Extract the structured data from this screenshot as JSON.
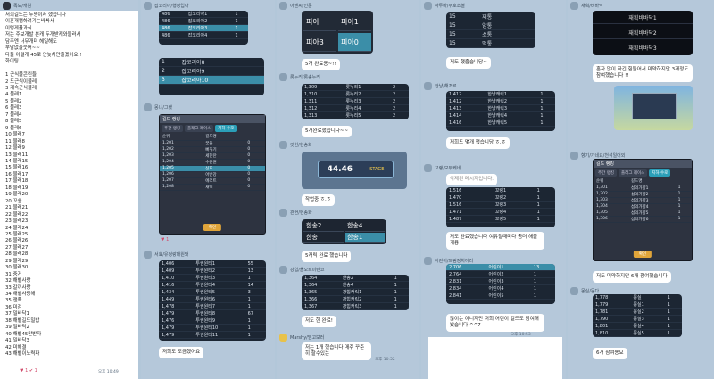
{
  "screen": {
    "background": "#b2c7d9"
  },
  "col1": {
    "sender": "독보/캐뤈",
    "message_lines": [
      "저희길드는 두명이서 했습니다",
      "이혼개캠하려기는바빠서",
      "이렇게뀰과식",
      "저는 주보개발 본캐 두개받캐와들러서",
      "담주엔 너무개미 헤일해도",
      "부담없꼴웃어~~",
      "다들 아걸게 45로 안늦치만줄겠어요!!",
      "화이팅",
      "",
      "1 근식물콘린들",
      "2 도근식이물레",
      "3 계속근식물레",
      "4 물레1",
      "5 물레2",
      "6 물레3",
      "7 물레4",
      "8 물레5",
      "9 물레6",
      "10 물레7",
      "11 물레8",
      "12 물레9",
      "13 물레11",
      "14 물레15",
      "15 물레16",
      "16 물레17",
      "17 물레18",
      "18 물레19",
      "19 물레20",
      "20 꼬송",
      "21 물레21",
      "22 물레22",
      "23 물레23",
      "24 물레24",
      "25 물레25",
      "26 물레26",
      "27 물레27",
      "28 물레28",
      "29 물레29",
      "30 물레30",
      "31 중거",
      "32 해뱉사랑",
      "33 갈끼사랑",
      "34 해뱉사랑해",
      "35 잰족",
      "36 미검",
      "37 밀바닥1",
      "38 해뱉길드밀밥",
      "39 밀바닥2",
      "40 해뱉45만받자",
      "41 밀바닥3",
      "42 미해결",
      "43 해뱉이노력파"
    ],
    "reactions": "♥ 1  ✔ 1",
    "time": "오후 10:49"
  },
  "col2": {
    "top_rows": [
      [
        "486",
        "잡코리아1",
        "1"
      ],
      [
        "486",
        "잡코리아2",
        "1"
      ],
      [
        "486",
        "잡코리아3",
        "1"
      ],
      [
        "486",
        "잡코리아4",
        "1"
      ]
    ],
    "mid_rows": [
      [
        "1",
        "잡코리아8",
        ""
      ],
      [
        "2",
        "잡코리아9",
        ""
      ],
      [
        "3",
        "잡코리아10",
        ""
      ]
    ],
    "guild_sender": "몽나/그랬",
    "guild_title": "길드 랭킹",
    "guild_tabs": [
      "주간 랭킹",
      "플래그 레이스",
      "지하 수로"
    ],
    "guild_rows": [
      [
        "순위",
        "길드명",
        ""
      ],
      [
        "1,201",
        "꿈을",
        "0"
      ],
      [
        "1,202",
        "뻐꾸기",
        "0"
      ],
      [
        "1,203",
        "세한잔",
        "0"
      ],
      [
        "1,204",
        "수원원",
        "0"
      ],
      [
        "1,205",
        "신지",
        "0"
      ],
      [
        "1,206",
        "어반강",
        "0"
      ],
      [
        "1,207",
        "에리트",
        "0"
      ],
      [
        "1,208",
        "재택",
        "0"
      ]
    ],
    "guild_btn": "확인",
    "reactions2": "♥ 1",
    "rank_sender": "서효/유정랑대원돼",
    "rank_rows": [
      [
        "1,406",
        "투썸원타1",
        "55"
      ],
      [
        "1,409",
        "투썸원타2",
        "13"
      ],
      [
        "1,410",
        "투썸원타3",
        "1"
      ],
      [
        "1,416",
        "투썸원타4",
        "14"
      ],
      [
        "1,434",
        "투썸원타5",
        "3"
      ],
      [
        "1,449",
        "투썸원타6",
        "1"
      ],
      [
        "1,478",
        "투썸원타7",
        "1"
      ],
      [
        "1,479",
        "투썸원타8",
        "67"
      ],
      [
        "1,476",
        "투썸원타9",
        "1"
      ],
      [
        "1,479",
        "투썸원타10",
        "1"
      ],
      [
        "1,479",
        "투썸원타11",
        "1"
      ]
    ],
    "msg_bottom": "저희도 조금했어요"
  },
  "col3": {
    "sender1": "아멘씨/인문",
    "piya": [
      "피아",
      "피아1",
      "피아3",
      "피아0"
    ],
    "msg1": "5개 완료용~!!",
    "sender2": "롯누리/롯송누리",
    "rows2": [
      [
        "1,309",
        "롯누리1",
        "2"
      ],
      [
        "1,310",
        "롯누리2",
        "2"
      ],
      [
        "1,311",
        "롯누리3",
        "2"
      ],
      [
        "1,312",
        "롯누리4",
        "2"
      ],
      [
        "1,313",
        "롯누리5",
        "2"
      ]
    ],
    "msg2": "5개완료했습니다~~",
    "sender3": "갓현/현송화",
    "stage_value": "44.46",
    "stage_label": "STAGE",
    "msg3": "작업중 ㅎ.ㅎ",
    "sender4": "관현/현송화",
    "hansong": [
      "한송2",
      "한송4",
      "한송",
      "한송1"
    ],
    "msg4": "5캐릭 완료 했습니다",
    "sender5": "강힘/올오브미렌코",
    "rows5": [
      [
        "1,364",
        "한송2",
        "1"
      ],
      [
        "1,364",
        "한송4",
        "1"
      ],
      [
        "1,365",
        "강힘캐릭1",
        "1"
      ],
      [
        "1,366",
        "강힘캐릭2",
        "1"
      ],
      [
        "1,367",
        "강힘캐릭3",
        "1"
      ]
    ],
    "msg5": "저도 한 완료!",
    "sender6": "Marshy/믿고보러",
    "msg6": "저는 1개 했습니다 매주 꾸준히 할수있는",
    "time6": "오후 10:52"
  },
  "col4": {
    "sender1": "하루바/주호소셜",
    "rows1": [
      [
        "15",
        "재통",
        ""
      ],
      [
        "15",
        "양통",
        ""
      ],
      [
        "15",
        "소통",
        ""
      ],
      [
        "15",
        "먹통",
        ""
      ]
    ],
    "msg1": "저도 했줍습니당~",
    "sender2": "한냥/해조르",
    "rows2": [
      [
        "1,412",
        "한냥캐릭1",
        "1"
      ],
      [
        "1,412",
        "한냥캐릭2",
        "1"
      ],
      [
        "1,413",
        "한냥캐릭3",
        "1"
      ],
      [
        "1,414",
        "한냥캐릭4",
        "1"
      ],
      [
        "1,416",
        "한냥캐릭5",
        "1"
      ]
    ],
    "msg2": "저희도 몇개 했습니당 ㅎ.ㅎ",
    "sender3": "꼬랭/모두케네",
    "deleted_msg": "삭제된 메시지입니다.",
    "rows3": [
      [
        "1,516",
        "꼬랭1",
        "1"
      ],
      [
        "1,470",
        "꼬랭2",
        "1"
      ],
      [
        "1,516",
        "꼬랭3",
        "1"
      ],
      [
        "1,471",
        "꼬랭4",
        "1"
      ],
      [
        "1,487",
        "꼬랭5",
        "1"
      ]
    ],
    "msg3": "저도 완료했습니다 여유될때마다 좀더 해볼게용",
    "sender4": "어린이/드림정치어리",
    "rows4": [
      [
        "2,706",
        "어린이1",
        "13"
      ],
      [
        "2,764",
        "어린이2",
        "1"
      ],
      [
        "2,831",
        "어린이3",
        "1"
      ],
      [
        "2,834",
        "어린이4",
        "1"
      ],
      [
        "2,841",
        "어린이5",
        "1"
      ]
    ],
    "msg4": "많이는 아니지만 저희 어린이 길드도 참여해봤습니다 ^^7",
    "time4": "오후 10:53"
  },
  "col5": {
    "sender1": "재획/비바닥",
    "banners": [
      "재획비바닥1",
      "재획비바닥2",
      "재획비바닥3"
    ],
    "msg1": "혼자 많이 하긴 힘들어서 미약하지만 3개정도 참여했습니다 !!",
    "sender2": "향기/가네요/천석일어외",
    "guild_title": "길드 랭킹",
    "guild_tabs": [
      "주간 랭킹",
      "플래그 레이스",
      "지하 수로"
    ],
    "guild_rows": [
      [
        "순위",
        "길드명",
        ""
      ],
      [
        "1,301",
        "섬의가향1",
        "1"
      ],
      [
        "1,302",
        "섬의가향2",
        "1"
      ],
      [
        "1,303",
        "섬의가향3",
        "1"
      ],
      [
        "1,304",
        "섬의가향4",
        "1"
      ],
      [
        "1,305",
        "섬의가향5",
        "1"
      ],
      [
        "1,306",
        "섬의가향6",
        "1"
      ]
    ],
    "guild_btn": "확인",
    "msg2": "저도 미약하지만 6개 참여했습니다",
    "sender3": "몽실/뭉다",
    "rows3": [
      [
        "1,778",
        "몽실",
        "1"
      ],
      [
        "1,779",
        "몽실1",
        "1"
      ],
      [
        "1,781",
        "몽실2",
        "1"
      ],
      [
        "1,790",
        "몽실3",
        "1"
      ],
      [
        "1,801",
        "몽실4",
        "1"
      ],
      [
        "1,810",
        "몽실5",
        "1"
      ]
    ],
    "msg3": "6개 참여용요"
  }
}
